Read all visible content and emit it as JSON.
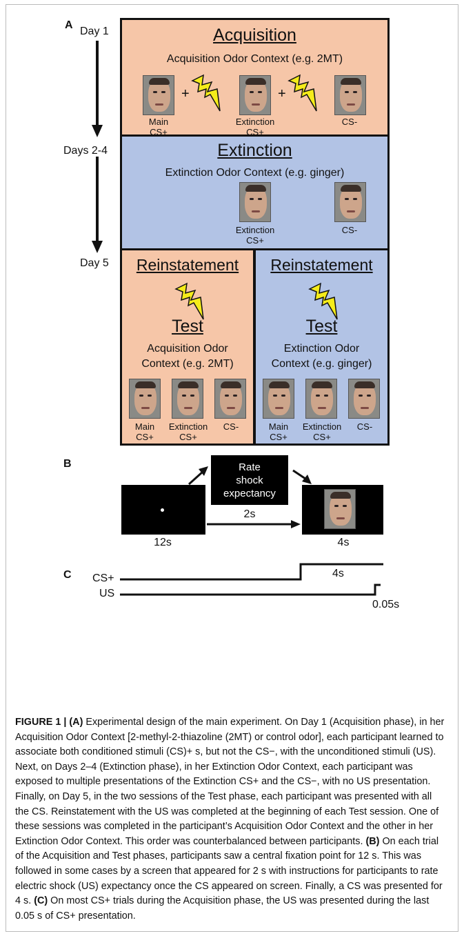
{
  "panelA": {
    "label": "A",
    "day1": "Day 1",
    "days24": "Days 2-4",
    "day5": "Day 5",
    "acquisition": {
      "title": "Acquisition",
      "context": "Acquisition Odor Context (e.g. 2MT)",
      "plus1": "+",
      "plus2": "+",
      "main_l1": "Main",
      "main_l2": "CS+",
      "ext_l1": "Extinction",
      "ext_l2": "CS+",
      "csminus": "CS-"
    },
    "extinction": {
      "title": "Extinction",
      "context": "Extinction Odor Context (e.g. ginger)",
      "ext_l1": "Extinction",
      "ext_l2": "CS+",
      "csminus": "CS-"
    },
    "reinst_left": {
      "title": "Reinstatement",
      "test": "Test",
      "ctx_l1": "Acquisition Odor",
      "ctx_l2": "Context (e.g. 2MT)",
      "main_l1": "Main",
      "main_l2": "CS+",
      "ext_l1": "Extinction",
      "ext_l2": "CS+",
      "csminus": "CS-"
    },
    "reinst_right": {
      "title": "Reinstatement",
      "test": "Test",
      "ctx_l1": "Extinction Odor",
      "ctx_l2": "Context (e.g. ginger)",
      "main_l1": "Main",
      "main_l2": "CS+",
      "ext_l1": "Extinction",
      "ext_l2": "CS+",
      "csminus": "CS-"
    }
  },
  "panelB": {
    "label": "B",
    "rate_l1": "Rate",
    "rate_l2": "shock",
    "rate_l3": "expectancy",
    "t_rate": "2s",
    "t_fix": "12s",
    "t_cs": "4s"
  },
  "panelC": {
    "label": "C",
    "cs_label": "CS+",
    "us_label": "US",
    "cs_dur": "4s",
    "us_dur": "0.05s"
  },
  "caption": {
    "fig": "FIGURE 1 | ",
    "a": "(A)",
    "text_a": " Experimental design of the main experiment. On Day 1 (Acquisition phase), in her Acquisition Odor Context [2-methyl-2-thiazoline (2MT) or control odor], each participant learned to associate both conditioned stimuli (CS)+ s, but not the CS−, with the unconditioned stimuli (US). Next, on Days 2–4 (Extinction phase), in her Extinction Odor Context, each participant was exposed to multiple presentations of the Extinction CS+ and the CS−, with no US presentation. Finally, on Day 5, in the two sessions of the Test phase, each participant was presented with all the CS. Reinstatement with the US was completed at the beginning of each Test session. One of these sessions was completed in the participant’s Acquisition Odor Context and the other in her Extinction Odor Context. This order was counterbalanced between participants. ",
    "b": "(B)",
    "text_b": " On each trial of the Acquisition and Test phases, participants saw a central fixation point for 12 s. This was followed in some cases by a screen that appeared for 2 s with instructions for participants to rate electric shock (US) expectancy once the CS appeared on screen. Finally, a CS was presented for 4 s. ",
    "c": "(C)",
    "text_c": " On most CS+ trials during the Acquisition phase, the US was presented during the last 0.05 s of CS+ presentation."
  }
}
